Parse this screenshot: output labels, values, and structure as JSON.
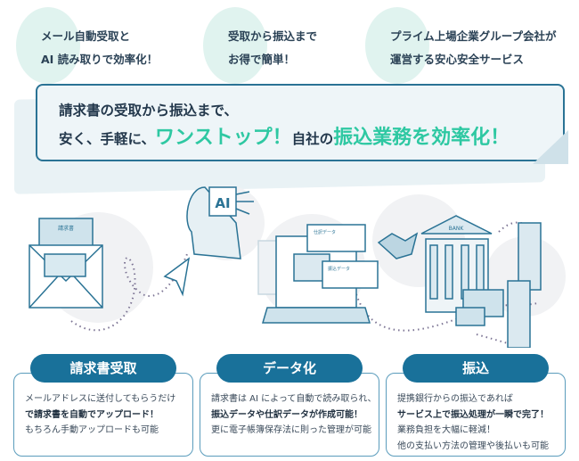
{
  "features": [
    {
      "line1": "メール自動受取と",
      "line2": "AI 読み取りで効率化！"
    },
    {
      "line1": "受取から振込まで",
      "line2": "お得で簡単！"
    },
    {
      "line1": "プライム上場企業グループ会社が",
      "line2": "運営する安心安全サービス"
    }
  ],
  "banner": {
    "line1": "請求書の受取から振込まで、",
    "line2_a": "安く、手軽に、",
    "line2_b": "ワンストップ！",
    "line2_c": "自社の",
    "line2_d": "振込業務を効率化！"
  },
  "illustration": {
    "invoice_label": "請求書",
    "ai_label": "AI",
    "journal_label": "仕訳データ",
    "transfer_label": "振込データ",
    "bank_label": "BANK"
  },
  "cards": [
    {
      "title": "請求書受取",
      "lines": [
        {
          "t": "メールアドレスに送付してもらうだけ"
        },
        {
          "t": "で請求書を自動でアップロード！",
          "bold": true
        },
        {
          "t": "もちろん手動アップロードも可能"
        }
      ]
    },
    {
      "title": "データ化",
      "lines": [
        {
          "t": "請求書は AI によって自動で読み取られ、"
        },
        {
          "t": "振込データや仕訳データが作成可能！",
          "bold": true
        },
        {
          "t": "更に電子帳簿保存法に則った管理が可能"
        }
      ]
    },
    {
      "title": "振込",
      "lines": [
        {
          "t": "提携銀行からの振込であれば"
        },
        {
          "t": "サービス上で振込処理が一瞬で完了！",
          "bold": true
        },
        {
          "t": "業務負担を大幅に軽減！"
        },
        {
          "t": "他の支払い方法の管理や後払いも可能"
        }
      ]
    }
  ],
  "colors": {
    "accent": "#2ec8a2",
    "primary": "#19719a"
  }
}
